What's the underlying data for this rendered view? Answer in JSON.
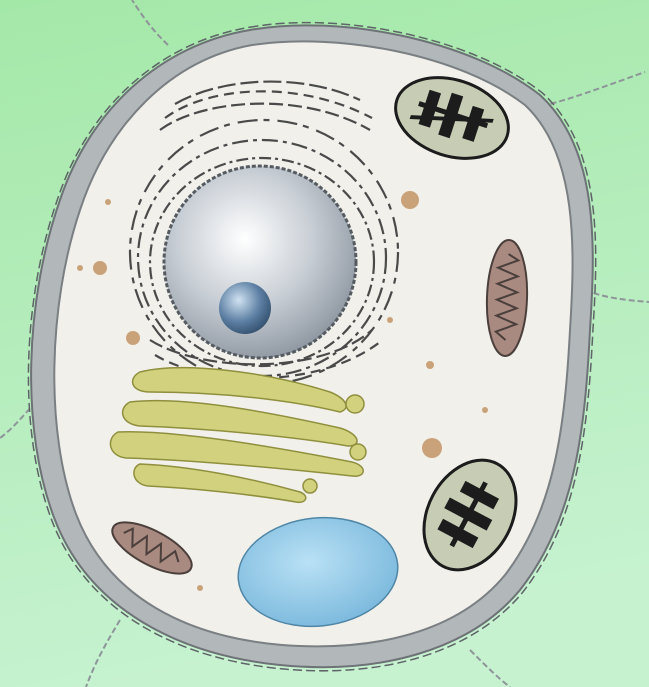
{
  "diagram": {
    "subject": "plant cell",
    "labels": [],
    "organelles": [
      {
        "name": "cell-wall",
        "count": 1
      },
      {
        "name": "cell-membrane",
        "count": 1
      },
      {
        "name": "cytoplasm",
        "count": 1
      },
      {
        "name": "nucleus",
        "count": 1
      },
      {
        "name": "nucleolus",
        "count": 1
      },
      {
        "name": "endoplasmic-reticulum",
        "count": 1
      },
      {
        "name": "golgi-apparatus",
        "count": 1
      },
      {
        "name": "chloroplast",
        "count": 2
      },
      {
        "name": "mitochondrion",
        "count": 2
      },
      {
        "name": "vacuole",
        "count": 1
      },
      {
        "name": "ribosome",
        "count": 10
      },
      {
        "name": "plasmodesmata-strand",
        "count": 6
      }
    ]
  },
  "colors": {
    "background_top": "#a4e8a8",
    "background_bottom": "#c6f2d0",
    "cell_wall": "#b2b7ba",
    "cell_wall_outline": "#6d7276",
    "cytoplasm": "#f1f0ea",
    "nucleus_fill": "#b9c2cc",
    "nucleolus": "#5c7fa3",
    "er": "#4a4a4a",
    "golgi": "#d2d17e",
    "golgi_outline": "#8f8f3e",
    "chloroplast_fill": "#c7cdb4",
    "chloroplast_thylakoid": "#1c1c1c",
    "mitochondrion_fill": "#a98a80",
    "mitochondrion_cristae": "#4b3f3c",
    "vacuole": "#8fc6e3",
    "ribosome": "#caa27a"
  }
}
